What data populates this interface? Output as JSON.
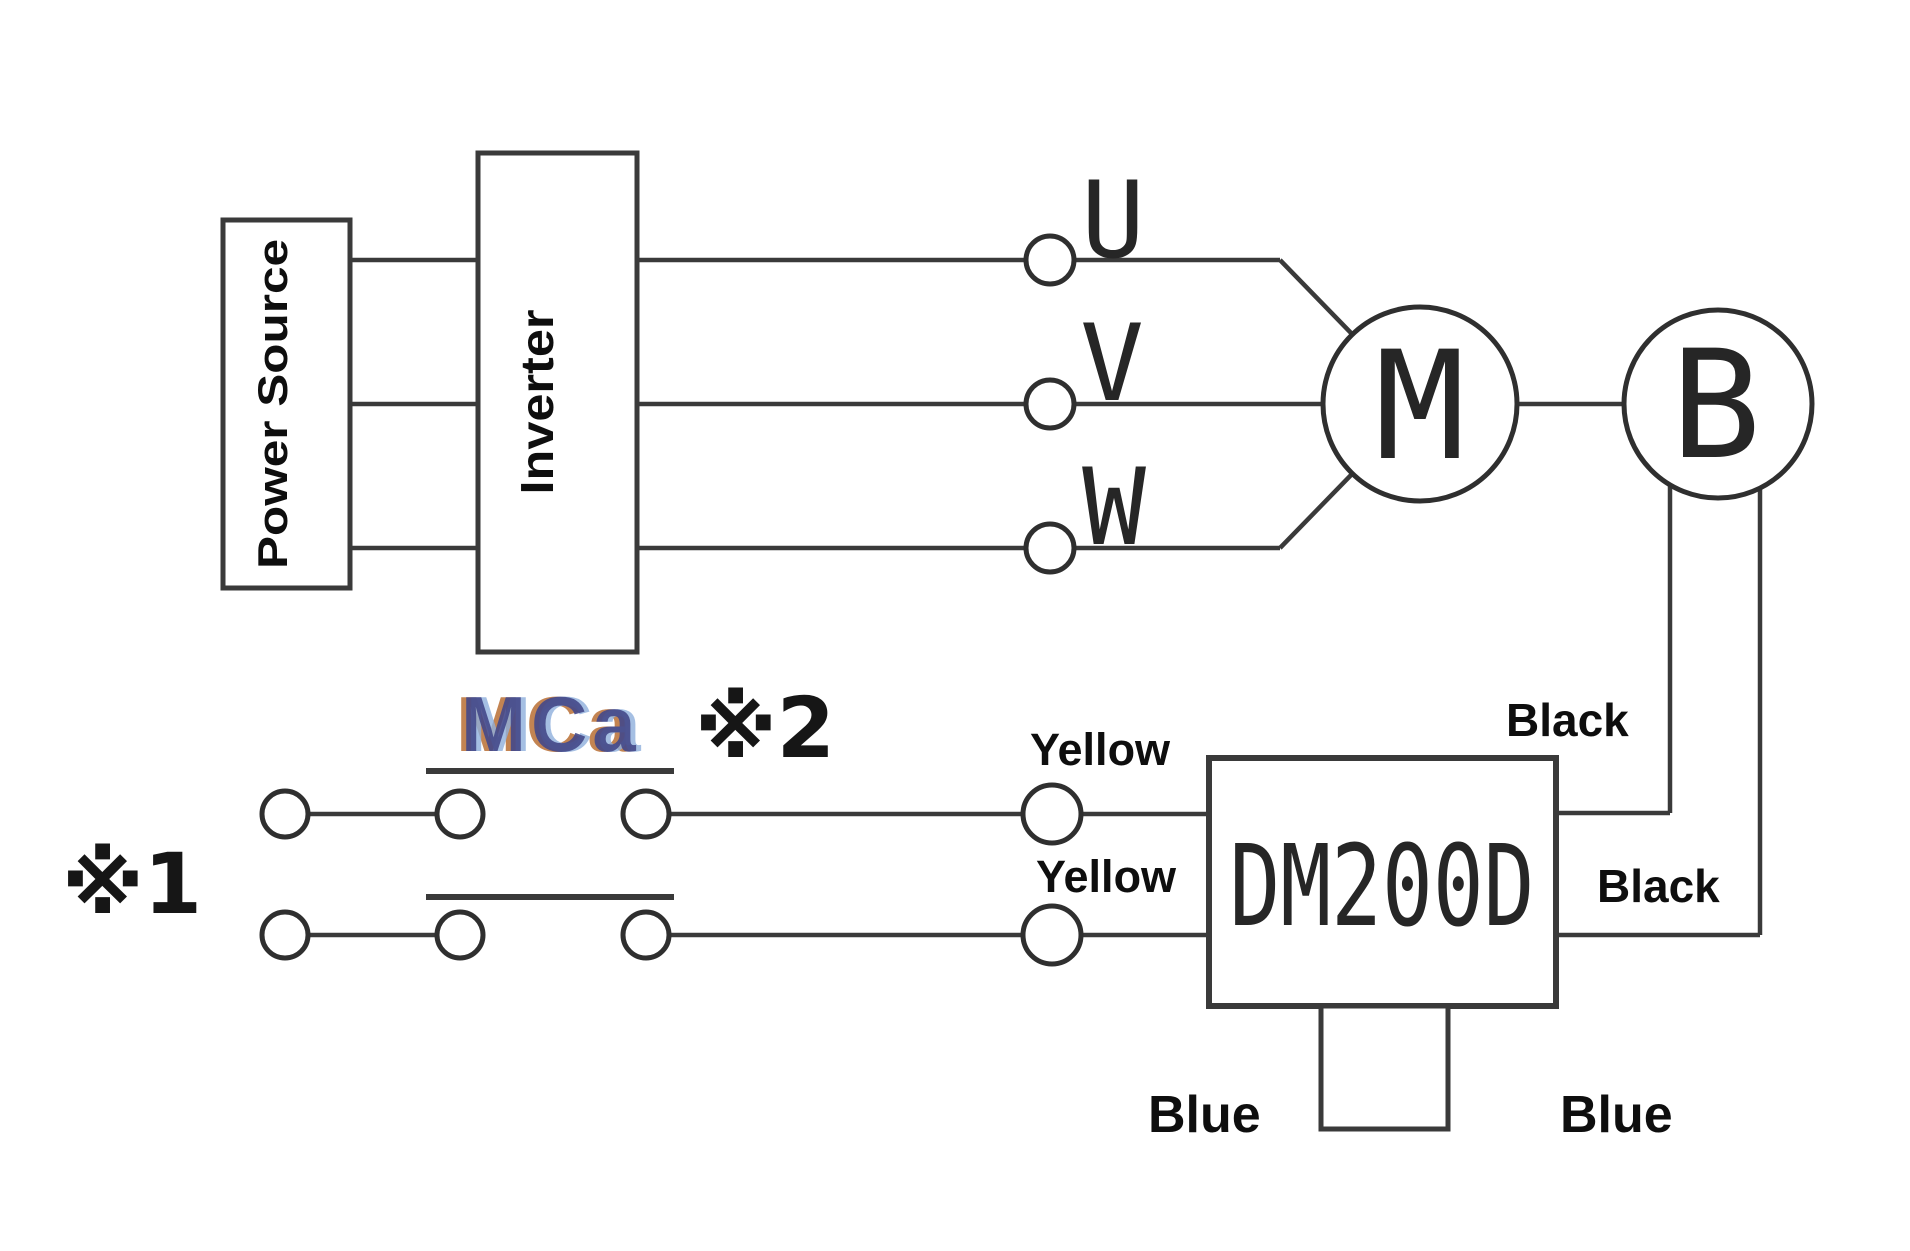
{
  "colors": {
    "background": "#ffffff",
    "line": "#3a3a3a",
    "text": "#0e0e0e",
    "mca": "#44498a",
    "mca_fringe_warm": "#b96f35",
    "mca_fringe_cool": "#8fb0dd"
  },
  "labels": {
    "power_source": "Power Source",
    "inverter": "Inverter",
    "terminal_u": "U",
    "terminal_v": "V",
    "terminal_w": "W",
    "motor": "M",
    "brake": "B",
    "contactor": "MCa",
    "note_1": "※1",
    "note_2": "※2",
    "rectifier": "DM200D",
    "wire_yellow_top": "Yellow",
    "wire_yellow_bottom": "Yellow",
    "wire_black_top": "Black",
    "wire_black_bottom": "Black",
    "wire_blue_left": "Blue",
    "wire_blue_right": "Blue"
  }
}
